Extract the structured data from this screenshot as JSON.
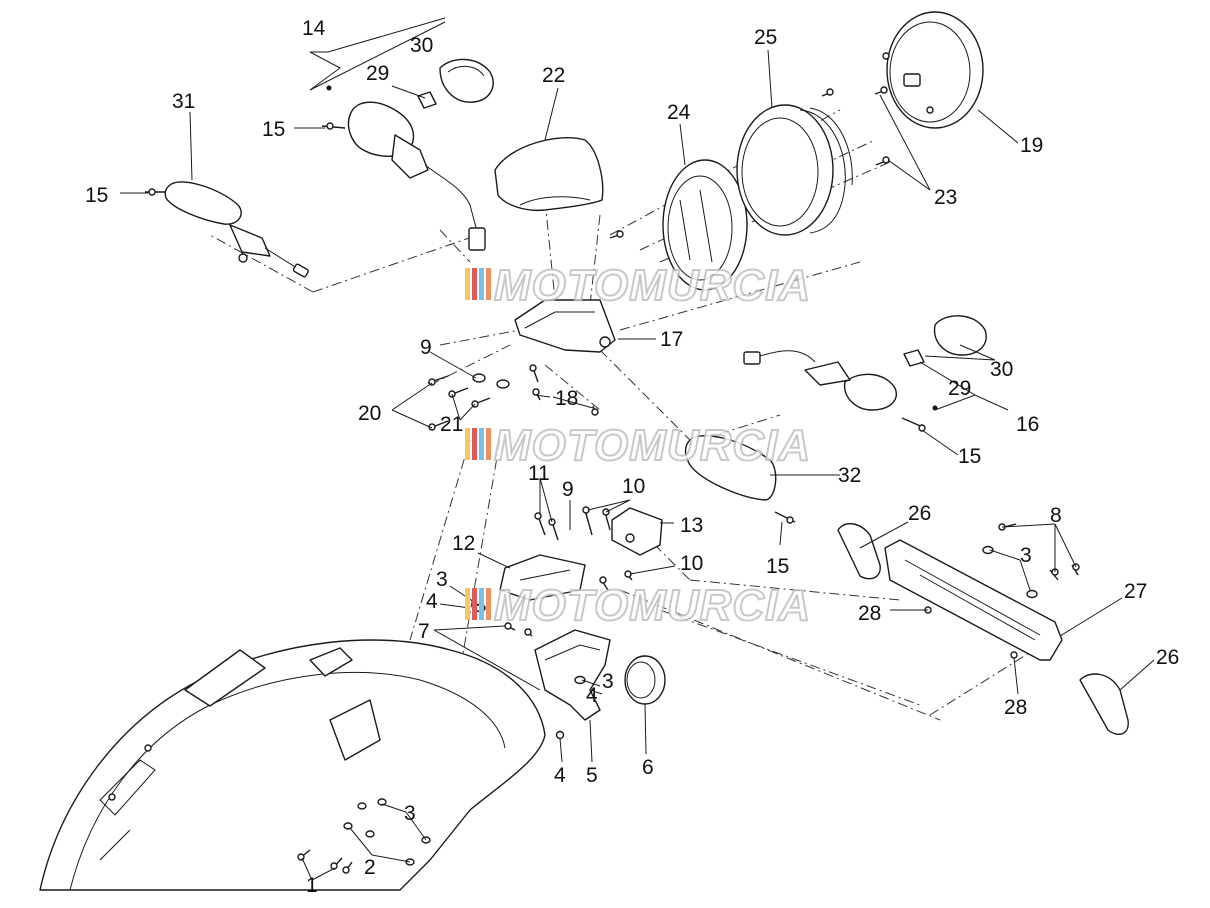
{
  "diagram": {
    "type": "exploded-parts-diagram",
    "watermark_text": "MOTOMURCIA",
    "watermark_colors": [
      "#f4c95d",
      "#e05a5a",
      "#7cc0e8",
      "#f09060"
    ],
    "callouts": [
      {
        "id": "c14",
        "label": "14"
      },
      {
        "id": "c30a",
        "label": "30"
      },
      {
        "id": "c29a",
        "label": "29"
      },
      {
        "id": "c15a",
        "label": "15"
      },
      {
        "id": "c31",
        "label": "31"
      },
      {
        "id": "c15b",
        "label": "15"
      },
      {
        "id": "c22",
        "label": "22"
      },
      {
        "id": "c24",
        "label": "24"
      },
      {
        "id": "c25",
        "label": "25"
      },
      {
        "id": "c19",
        "label": "19"
      },
      {
        "id": "c23",
        "label": "23"
      },
      {
        "id": "c17",
        "label": "17"
      },
      {
        "id": "c9a",
        "label": "9"
      },
      {
        "id": "c20",
        "label": "20"
      },
      {
        "id": "c21",
        "label": "21"
      },
      {
        "id": "c18",
        "label": "18"
      },
      {
        "id": "c30b",
        "label": "30"
      },
      {
        "id": "c29b",
        "label": "29"
      },
      {
        "id": "c16",
        "label": "16"
      },
      {
        "id": "c15c",
        "label": "15"
      },
      {
        "id": "c32",
        "label": "32"
      },
      {
        "id": "c15d",
        "label": "15"
      },
      {
        "id": "c11",
        "label": "11"
      },
      {
        "id": "c9b",
        "label": "9"
      },
      {
        "id": "c10a",
        "label": "10"
      },
      {
        "id": "c13",
        "label": "13"
      },
      {
        "id": "c12",
        "label": "12"
      },
      {
        "id": "c10b",
        "label": "10"
      },
      {
        "id": "c3a",
        "label": "3"
      },
      {
        "id": "c4a",
        "label": "4"
      },
      {
        "id": "c7",
        "label": "7"
      },
      {
        "id": "c3b",
        "label": "3"
      },
      {
        "id": "c4b",
        "label": "4"
      },
      {
        "id": "c6",
        "label": "6"
      },
      {
        "id": "c4c",
        "label": "4"
      },
      {
        "id": "c5",
        "label": "5"
      },
      {
        "id": "c26a",
        "label": "26"
      },
      {
        "id": "c3c",
        "label": "3"
      },
      {
        "id": "c8",
        "label": "8"
      },
      {
        "id": "c28a",
        "label": "28"
      },
      {
        "id": "c27",
        "label": "27"
      },
      {
        "id": "c26b",
        "label": "26"
      },
      {
        "id": "c28b",
        "label": "28"
      },
      {
        "id": "c3d",
        "label": "3"
      },
      {
        "id": "c2",
        "label": "2"
      },
      {
        "id": "c1",
        "label": "1"
      }
    ]
  }
}
